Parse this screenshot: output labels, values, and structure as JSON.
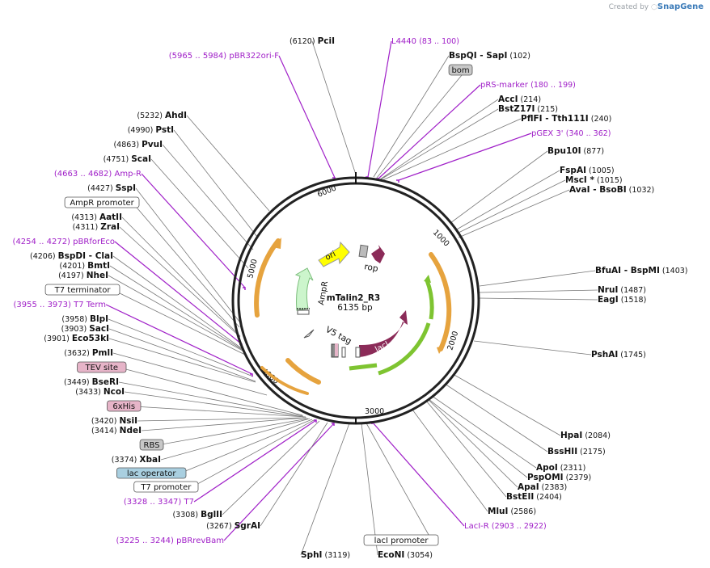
{
  "credit": {
    "prefix": "Created by",
    "brand": "SnapGene"
  },
  "plasmid": {
    "name": "mTalin2_R3",
    "size": "6135 bp"
  },
  "ticks": [
    "1000",
    "2000",
    "3000",
    "4000",
    "5000",
    "6000"
  ],
  "labels": [
    {
      "n": "(6120)",
      "name": "PciI"
    },
    {
      "n": "",
      "name": "L4440",
      "primer": "(83 .. 100)"
    },
    {
      "n": "(102)",
      "name": "BspQI",
      "alt": "SapI"
    },
    {
      "n": "",
      "name": "bom",
      "box": "grey"
    },
    {
      "n": "",
      "name": "pRS-marker",
      "primer": "(180 .. 199)"
    },
    {
      "n": "(214)",
      "name": "AccI"
    },
    {
      "n": "(215)",
      "name": "BstZ17I"
    },
    {
      "n": "(240)",
      "name": "PflFI",
      "alt": "Tth111I"
    },
    {
      "n": "",
      "name": "pGEX 3'",
      "primer": "(340 .. 362)"
    },
    {
      "n": "(877)",
      "name": "Bpu10I"
    },
    {
      "n": "(1005)",
      "name": "FspAI"
    },
    {
      "n": "(1015)",
      "name": "MscI *"
    },
    {
      "n": "(1032)",
      "name": "AvaI",
      "alt": "BsoBI"
    },
    {
      "n": "(1403)",
      "name": "BfuAI",
      "alt": "BspMI"
    },
    {
      "n": "(1487)",
      "name": "NruI"
    },
    {
      "n": "(1518)",
      "name": "EagI"
    },
    {
      "n": "(1745)",
      "name": "PshAI"
    },
    {
      "n": "(2084)",
      "name": "HpaI"
    },
    {
      "n": "(2175)",
      "name": "BssHII"
    },
    {
      "n": "(2311)",
      "name": "ApoI"
    },
    {
      "n": "(2379)",
      "name": "PspOMI"
    },
    {
      "n": "(2383)",
      "name": "ApaI"
    },
    {
      "n": "(2404)",
      "name": "BstEII"
    },
    {
      "n": "(2586)",
      "name": "MluI"
    },
    {
      "n": "",
      "name": "LacI-R",
      "primer": "(2903 .. 2922)"
    },
    {
      "n": "",
      "name": "lacI promoter",
      "box": "white"
    },
    {
      "n": "(3054)",
      "name": "EcoNI"
    },
    {
      "n": "(3119)",
      "name": "SphI"
    },
    {
      "n": "",
      "name": "pBRrevBam",
      "primer": "(3225 .. 3244)"
    },
    {
      "n": "(3267)",
      "name": "SgrAI"
    },
    {
      "n": "(3308)",
      "name": "BglII"
    },
    {
      "n": "",
      "name": "T7",
      "primer": "(3328 .. 3347)"
    },
    {
      "n": "",
      "name": "T7 promoter",
      "box": "white"
    },
    {
      "n": "",
      "name": "lac operator",
      "box": "blue"
    },
    {
      "n": "(3374)",
      "name": "XbaI"
    },
    {
      "n": "",
      "name": "RBS",
      "box": "grey"
    },
    {
      "n": "(3414)",
      "name": "NdeI"
    },
    {
      "n": "(3420)",
      "name": "NsiI"
    },
    {
      "n": "",
      "name": "6xHis",
      "box": "pink"
    },
    {
      "n": "(3433)",
      "name": "NcoI"
    },
    {
      "n": "(3449)",
      "name": "BseRI"
    },
    {
      "n": "",
      "name": "TEV site",
      "box": "pink"
    },
    {
      "n": "(3632)",
      "name": "PmlI"
    },
    {
      "n": "(3901)",
      "name": "Eco53kI"
    },
    {
      "n": "(3903)",
      "name": "SacI"
    },
    {
      "n": "(3958)",
      "name": "BlpI"
    },
    {
      "n": "",
      "name": "T7 Term",
      "primer": "(3955 .. 3973)"
    },
    {
      "n": "",
      "name": "T7 terminator",
      "box": "white"
    },
    {
      "n": "(4197)",
      "name": "NheI"
    },
    {
      "n": "(4201)",
      "name": "BmtI"
    },
    {
      "n": "(4206)",
      "name": "BspDI",
      "alt": "ClaI"
    },
    {
      "n": "",
      "name": "pBRforEco",
      "primer": "(4254 .. 4272)"
    },
    {
      "n": "(4311)",
      "name": "ZraI"
    },
    {
      "n": "(4313)",
      "name": "AatII"
    },
    {
      "n": "",
      "name": "AmpR promoter",
      "box": "white"
    },
    {
      "n": "(4427)",
      "name": "SspI"
    },
    {
      "n": "",
      "name": "Amp-R",
      "primer": "(4663 .. 4682)"
    },
    {
      "n": "(4751)",
      "name": "ScaI"
    },
    {
      "n": "(4863)",
      "name": "PvuI"
    },
    {
      "n": "(4990)",
      "name": "PstI"
    },
    {
      "n": "(5232)",
      "name": "AhdI"
    },
    {
      "n": "",
      "name": "pBR322ori-F",
      "primer": "(5965 .. 5984)"
    }
  ],
  "features": [
    "ori",
    "rop",
    "AmpR",
    "lacI",
    "V5 tag"
  ],
  "colors": {
    "primer": "#a020c8",
    "ori": "#ffff00",
    "rop": "#8b2b58",
    "lacI": "#8b2b58",
    "ampr": "#ccf5cc",
    "orf_green": "#7ec431",
    "orf_orange": "#e6a33e",
    "box_grey": "#c8c8c8",
    "box_pink": "#e6b4c8",
    "box_blue": "#a9cfe0"
  }
}
